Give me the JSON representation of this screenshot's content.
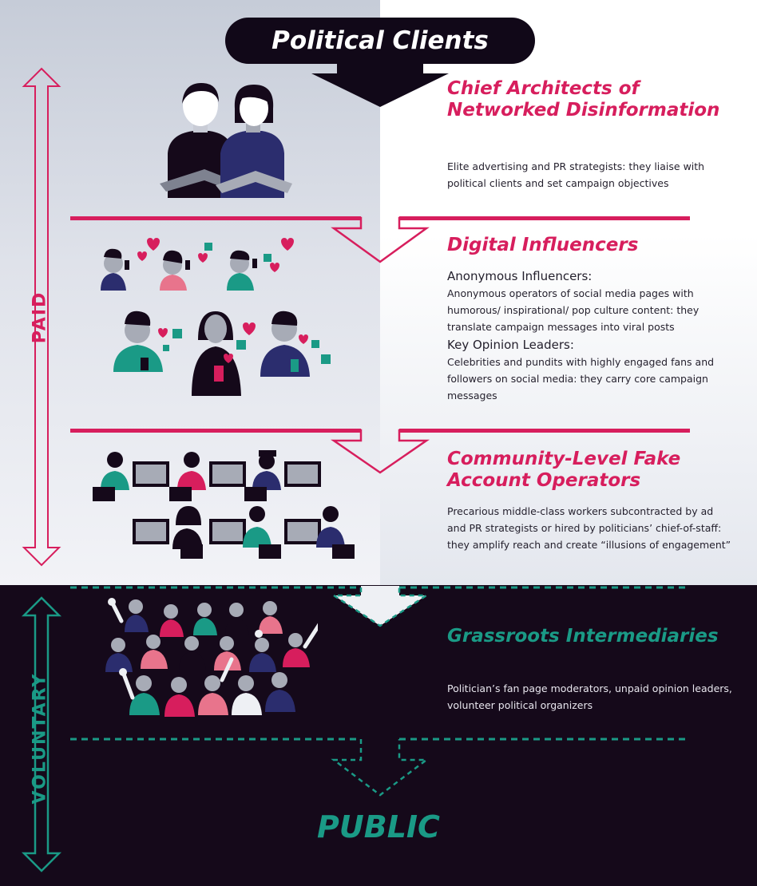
{
  "top_label": "Political Clients",
  "tiers": [
    {
      "title": "Chief Architects of Networked Disinformation",
      "description": "Elite advertising and PR strategists: they liaise with political clients and set campaign objectives"
    },
    {
      "title": "Digital Influencers",
      "groups": [
        {
          "subtitle": "Anonymous Influencers:",
          "description": "Anonymous operators of social media pages with humorous/ inspirational/ pop culture content: they translate campaign messages into viral posts"
        },
        {
          "subtitle": "Key Opinion Leaders:",
          "description": "Celebrities and pundits with highly engaged fans and followers on social media: they carry core campaign messages"
        }
      ]
    },
    {
      "title": "Community-Level Fake Account Operators",
      "description": "Precarious middle-class workers subcontracted by ad and PR strategists or hired by politicians’ chief-of-staff: they amplify reach and create “illusions of engagement”"
    },
    {
      "title": "Grassroots Intermediaries",
      "description": "Politician’s fan page moderators, unpaid opinion leaders, volunteer political organizers"
    }
  ],
  "side_labels": {
    "paid": "PAID",
    "voluntary": "VOLUNTARY"
  },
  "bottom_label": "PUBLIC",
  "colors": {
    "magenta": "#d71e5d",
    "teal": "#1a9a86",
    "dark": "#15091a",
    "navy": "#2b2d6e",
    "pink": "#e8748c",
    "grey": "#a7abb6"
  }
}
